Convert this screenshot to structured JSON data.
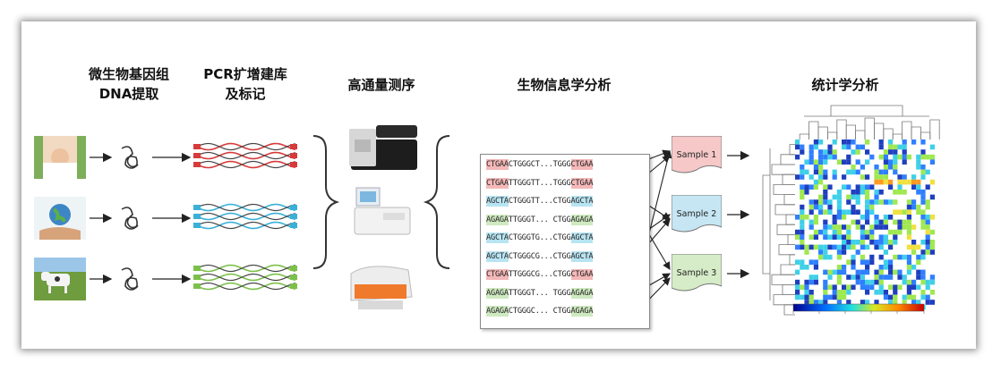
{
  "steps": [
    {
      "line1": "微生物基因组",
      "line2": "DNA提取"
    },
    {
      "line1": "PCR扩增建库",
      "line2": "及标记"
    },
    {
      "line1": "高通量测序",
      "line2": ""
    },
    {
      "line1": "生物信息学分析",
      "line2": ""
    },
    {
      "line1": "统计学分析",
      "line2": ""
    }
  ],
  "sources": [
    "human-gut-icon",
    "earth-in-hand-icon",
    "cow-icon"
  ],
  "strand_colors": [
    "#d63a3a",
    "#3ab0d8",
    "#7cc04a"
  ],
  "sequences": [
    {
      "left": "CTGAA",
      "mid": "CTGGGCT...TGGG",
      "right": "CTGAA",
      "color": "#f4b8b8"
    },
    {
      "left": "CTGAA",
      "mid": "TTGGGTT...TGGG",
      "right": "CTGAA",
      "color": "#f4b8b8"
    },
    {
      "left": "AGCTA",
      "mid": "CTGGGTT...CTGG",
      "right": "AGCTA",
      "color": "#b8e4f2"
    },
    {
      "left": "AGAGA",
      "mid": "TTGGGT... CTGG",
      "right": "AGAGA",
      "color": "#cfe9c0"
    },
    {
      "left": "AGCTA",
      "mid": "CTGGGTG...CTGG",
      "right": "AGCTA",
      "color": "#b8e4f2"
    },
    {
      "left": "AGCTA",
      "mid": "CTGGGCG...CTGG",
      "right": "AGCTA",
      "color": "#b8e4f2"
    },
    {
      "left": "CTGAA",
      "mid": "TTGGGCG...CTGG",
      "right": "CTGAA",
      "color": "#f4b8b8"
    },
    {
      "left": "AGAGA",
      "mid": "TTGGGT... TGGG",
      "right": "AGAGA",
      "color": "#cfe9c0"
    },
    {
      "left": "AGAGA",
      "mid": "CTGGGC... CTGG",
      "right": "AGAGA",
      "color": "#cfe9c0"
    }
  ],
  "samples": [
    {
      "label": "Sample 1",
      "color": "#f6c8c8"
    },
    {
      "label": "Sample 2",
      "color": "#c6e6f4"
    },
    {
      "label": "Sample 3",
      "color": "#d6ecc8"
    }
  ],
  "instruments": [
    "sequencer-icon",
    "pcr-machine-icon",
    "robot-icon"
  ],
  "heatmap": {
    "rows": 34,
    "cols": 30,
    "colorbar": "jet-colorbar"
  }
}
